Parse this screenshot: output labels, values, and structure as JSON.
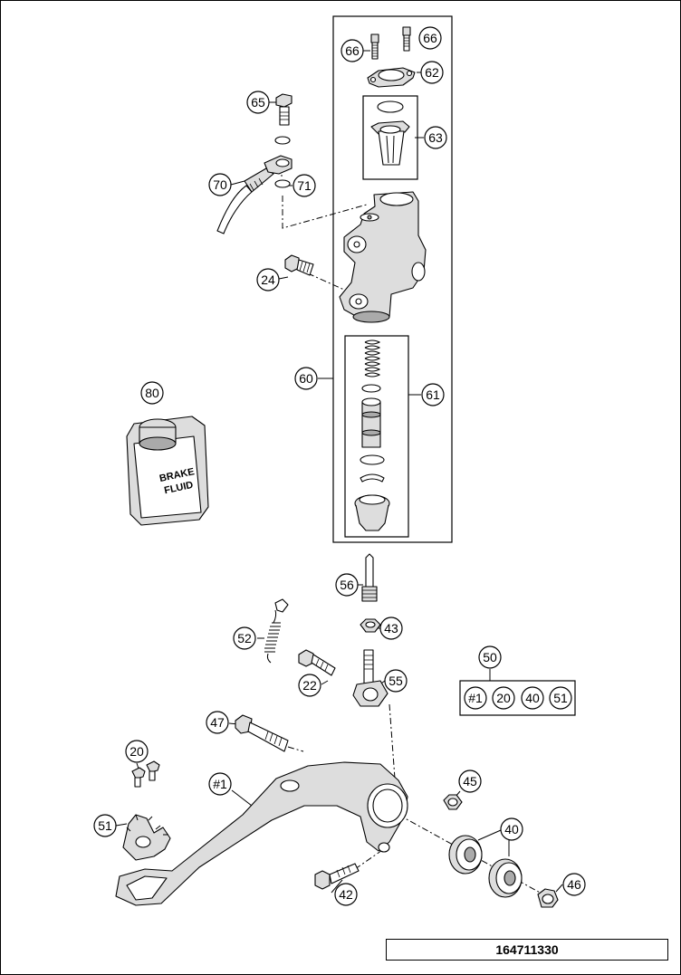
{
  "callouts": {
    "c66a": "66",
    "c66b": "66",
    "c62": "62",
    "c63": "63",
    "c65": "65",
    "c70": "70",
    "c71": "71",
    "c24": "24",
    "c60": "60",
    "c61": "61",
    "c80": "80",
    "c56": "56",
    "c43": "43",
    "c52": "52",
    "c22": "22",
    "c55": "55",
    "c50": "50",
    "c50_1": "#1",
    "c50_2": "20",
    "c50_3": "40",
    "c50_4": "51",
    "c47": "47",
    "c20": "20",
    "c1": "#1",
    "c45": "45",
    "c51": "51",
    "c40": "40",
    "c42": "42",
    "c46": "46"
  },
  "bottle": {
    "line1": "BRAKE",
    "line2": "FLUID"
  },
  "footer": {
    "code": "164711330"
  }
}
